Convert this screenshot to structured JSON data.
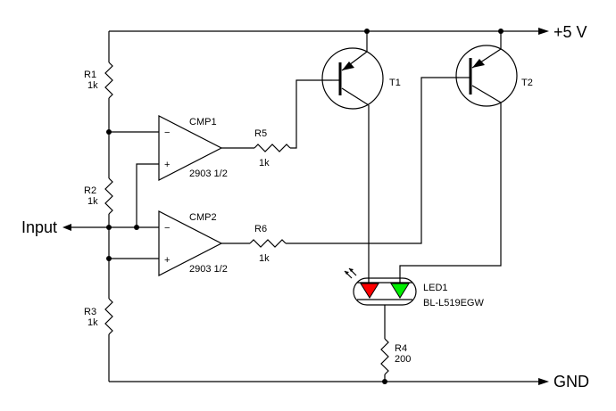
{
  "rails": {
    "vcc_label": "+5 V",
    "gnd_label": "GND"
  },
  "input": {
    "label": "Input"
  },
  "resistors": [
    {
      "ref": "R1",
      "value": "1k"
    },
    {
      "ref": "R2",
      "value": "1k"
    },
    {
      "ref": "R3",
      "value": "1k"
    },
    {
      "ref": "R4",
      "value": "200"
    },
    {
      "ref": "R5",
      "value": "1k"
    },
    {
      "ref": "R6",
      "value": "1k"
    }
  ],
  "comparators": [
    {
      "ref": "CMP1",
      "part": "2903 1/2",
      "minus": "−",
      "plus": "+"
    },
    {
      "ref": "CMP2",
      "part": "2903 1/2",
      "minus": "−",
      "plus": "+"
    }
  ],
  "transistors": [
    {
      "ref": "T1"
    },
    {
      "ref": "T2"
    }
  ],
  "led": {
    "ref": "LED1",
    "part": "BL-L519EGW",
    "colors": {
      "red": "#ff0000",
      "green": "#00ee00"
    }
  }
}
